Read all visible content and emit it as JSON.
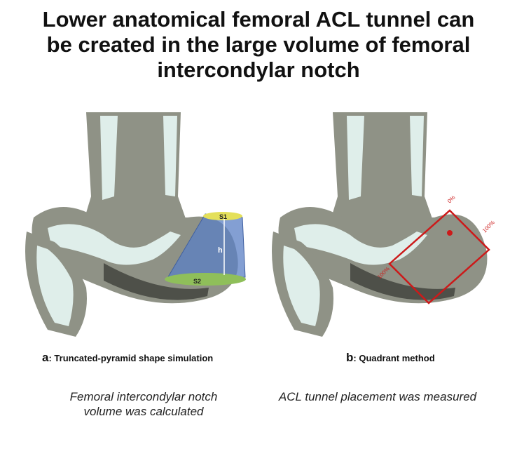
{
  "title": {
    "line1": "Lower anatomical femoral ACL tunnel can",
    "line2": "be created in the large volume of femoral",
    "line3": "intercondylar notch"
  },
  "panel_a": {
    "letter": "a",
    "caption": ": Truncated-pyramid shape simulation",
    "label_s1": "S1",
    "label_s2": "S2",
    "label_h": "h",
    "note_line1": "Femoral intercondylar notch",
    "note_line2": "volume was calculated"
  },
  "panel_b": {
    "letter": "b",
    "caption": ": Quadrant method",
    "label_0": "0%",
    "label_100_right": "100%",
    "label_100_left": "100%",
    "note_line1": "ACL tunnel placement was measured"
  },
  "colors": {
    "bone": "#8f9286",
    "bone_dark": "#4e5049",
    "marrow": "#dfeeea",
    "pyramid_blue": "#5a7fc4",
    "s1_yellow": "#e4e05a",
    "s2_green": "#8fbf5a",
    "quadrant_red": "#cc1a1a"
  }
}
